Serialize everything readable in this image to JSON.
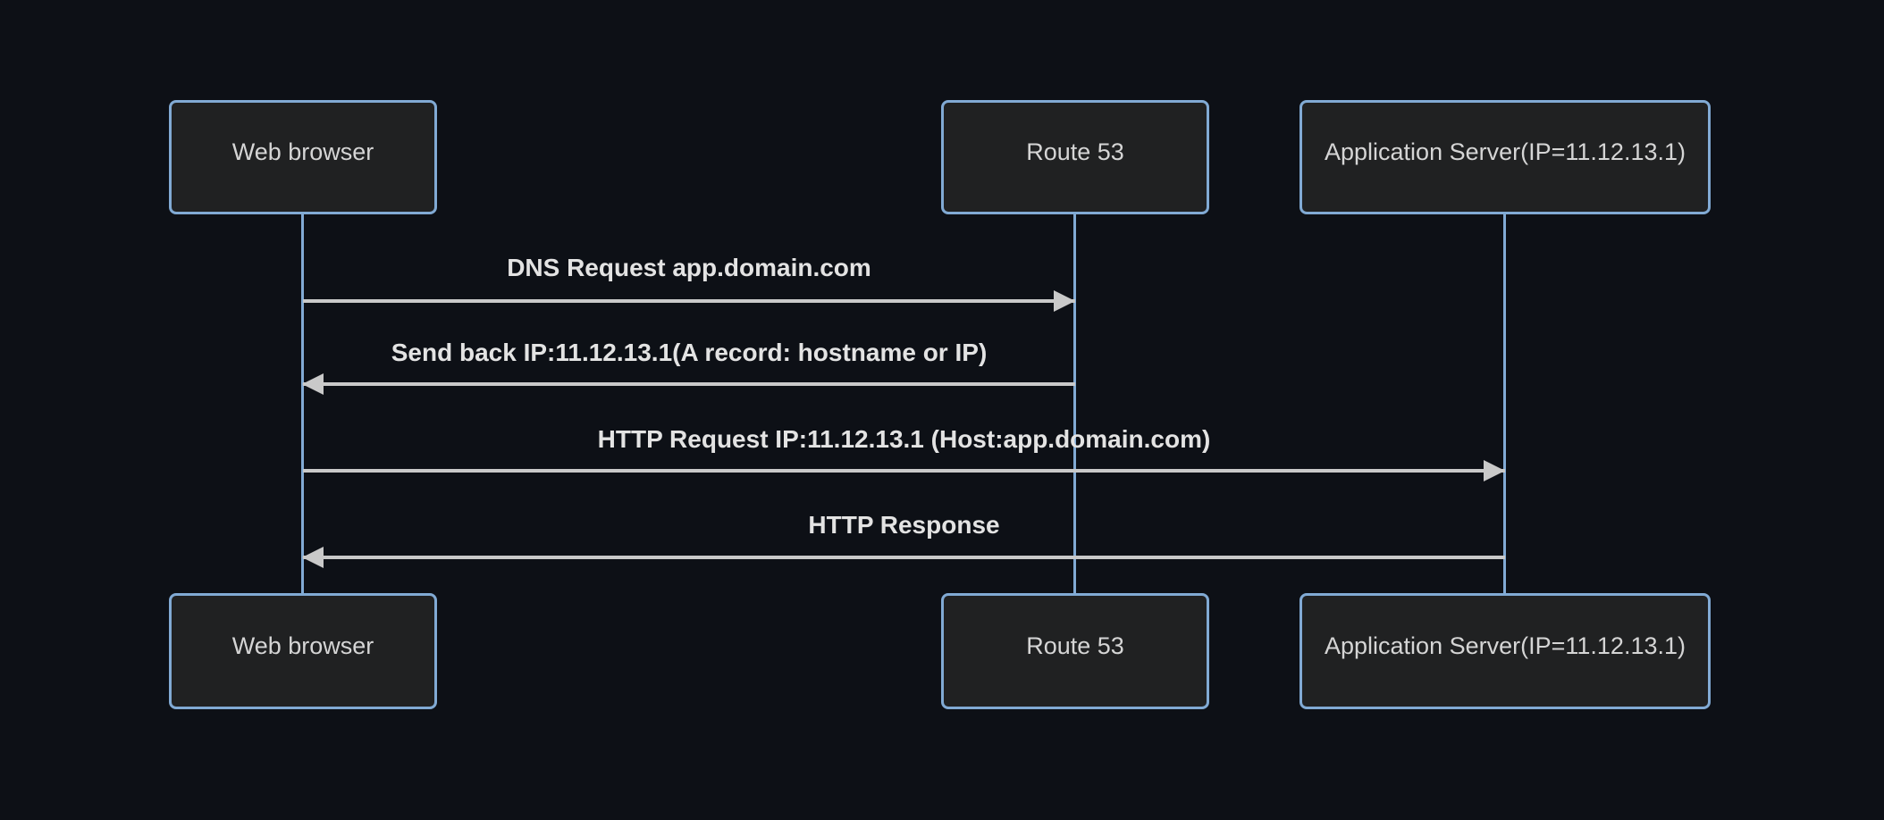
{
  "diagram": {
    "type": "sequence-diagram",
    "actors": [
      {
        "id": "web-browser",
        "label": "Web browser"
      },
      {
        "id": "route-53",
        "label": "Route 53"
      },
      {
        "id": "app-server",
        "label": "Application Server(IP=11.12.13.1)"
      }
    ],
    "messages": [
      {
        "from": "web-browser",
        "to": "route-53",
        "label": "DNS Request app.domain.com",
        "direction": "right",
        "line_style": "solid"
      },
      {
        "from": "route-53",
        "to": "web-browser",
        "label": "Send back IP:11.12.13.1(A record: hostname or IP)",
        "direction": "left",
        "line_style": "solid"
      },
      {
        "from": "web-browser",
        "to": "app-server",
        "label": "HTTP Request IP:11.12.13.1 (Host:app.domain.com)",
        "direction": "right",
        "line_style": "solid"
      },
      {
        "from": "app-server",
        "to": "web-browser",
        "label": "HTTP Response",
        "direction": "left",
        "line_style": "solid"
      }
    ],
    "colors": {
      "background": "#0d1016",
      "actor_fill": "#202122",
      "actor_border": "#81aad4",
      "actor_text": "#d5d5d5",
      "lifeline": "#81aad4",
      "signal_line": "#c9c9c9",
      "message_text": "#e3e3e3"
    }
  }
}
